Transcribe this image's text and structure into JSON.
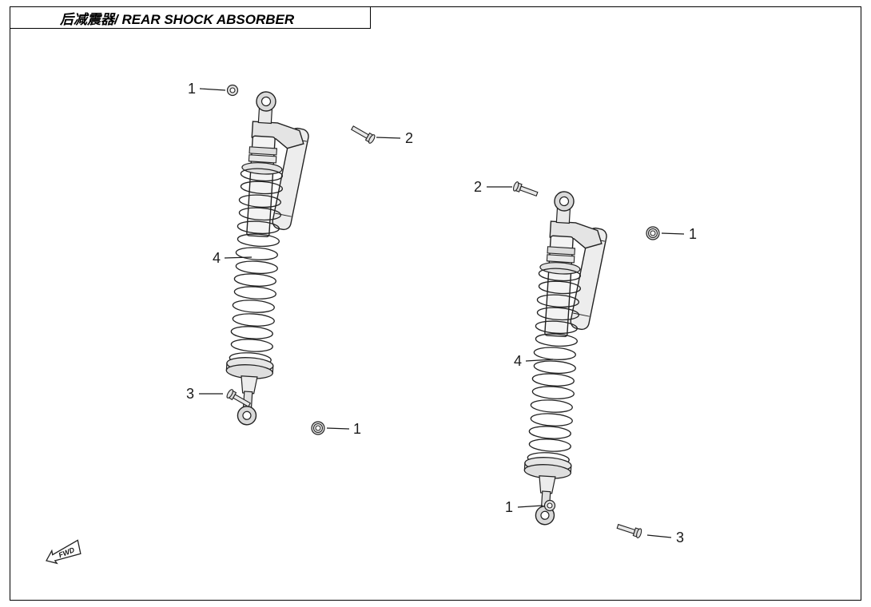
{
  "page": {
    "title": "后减震器/ REAR SHOCK ABSORBER",
    "fwd_label": "FWD"
  },
  "colors": {
    "ink": "#1a1a1a",
    "background": "#ffffff"
  },
  "callouts": {
    "left": [
      {
        "label": "1"
      },
      {
        "label": "2"
      },
      {
        "label": "4"
      },
      {
        "label": "3"
      },
      {
        "label": "1"
      }
    ],
    "right": [
      {
        "label": "2"
      },
      {
        "label": "1"
      },
      {
        "label": "4"
      },
      {
        "label": "1"
      },
      {
        "label": "3"
      }
    ]
  }
}
